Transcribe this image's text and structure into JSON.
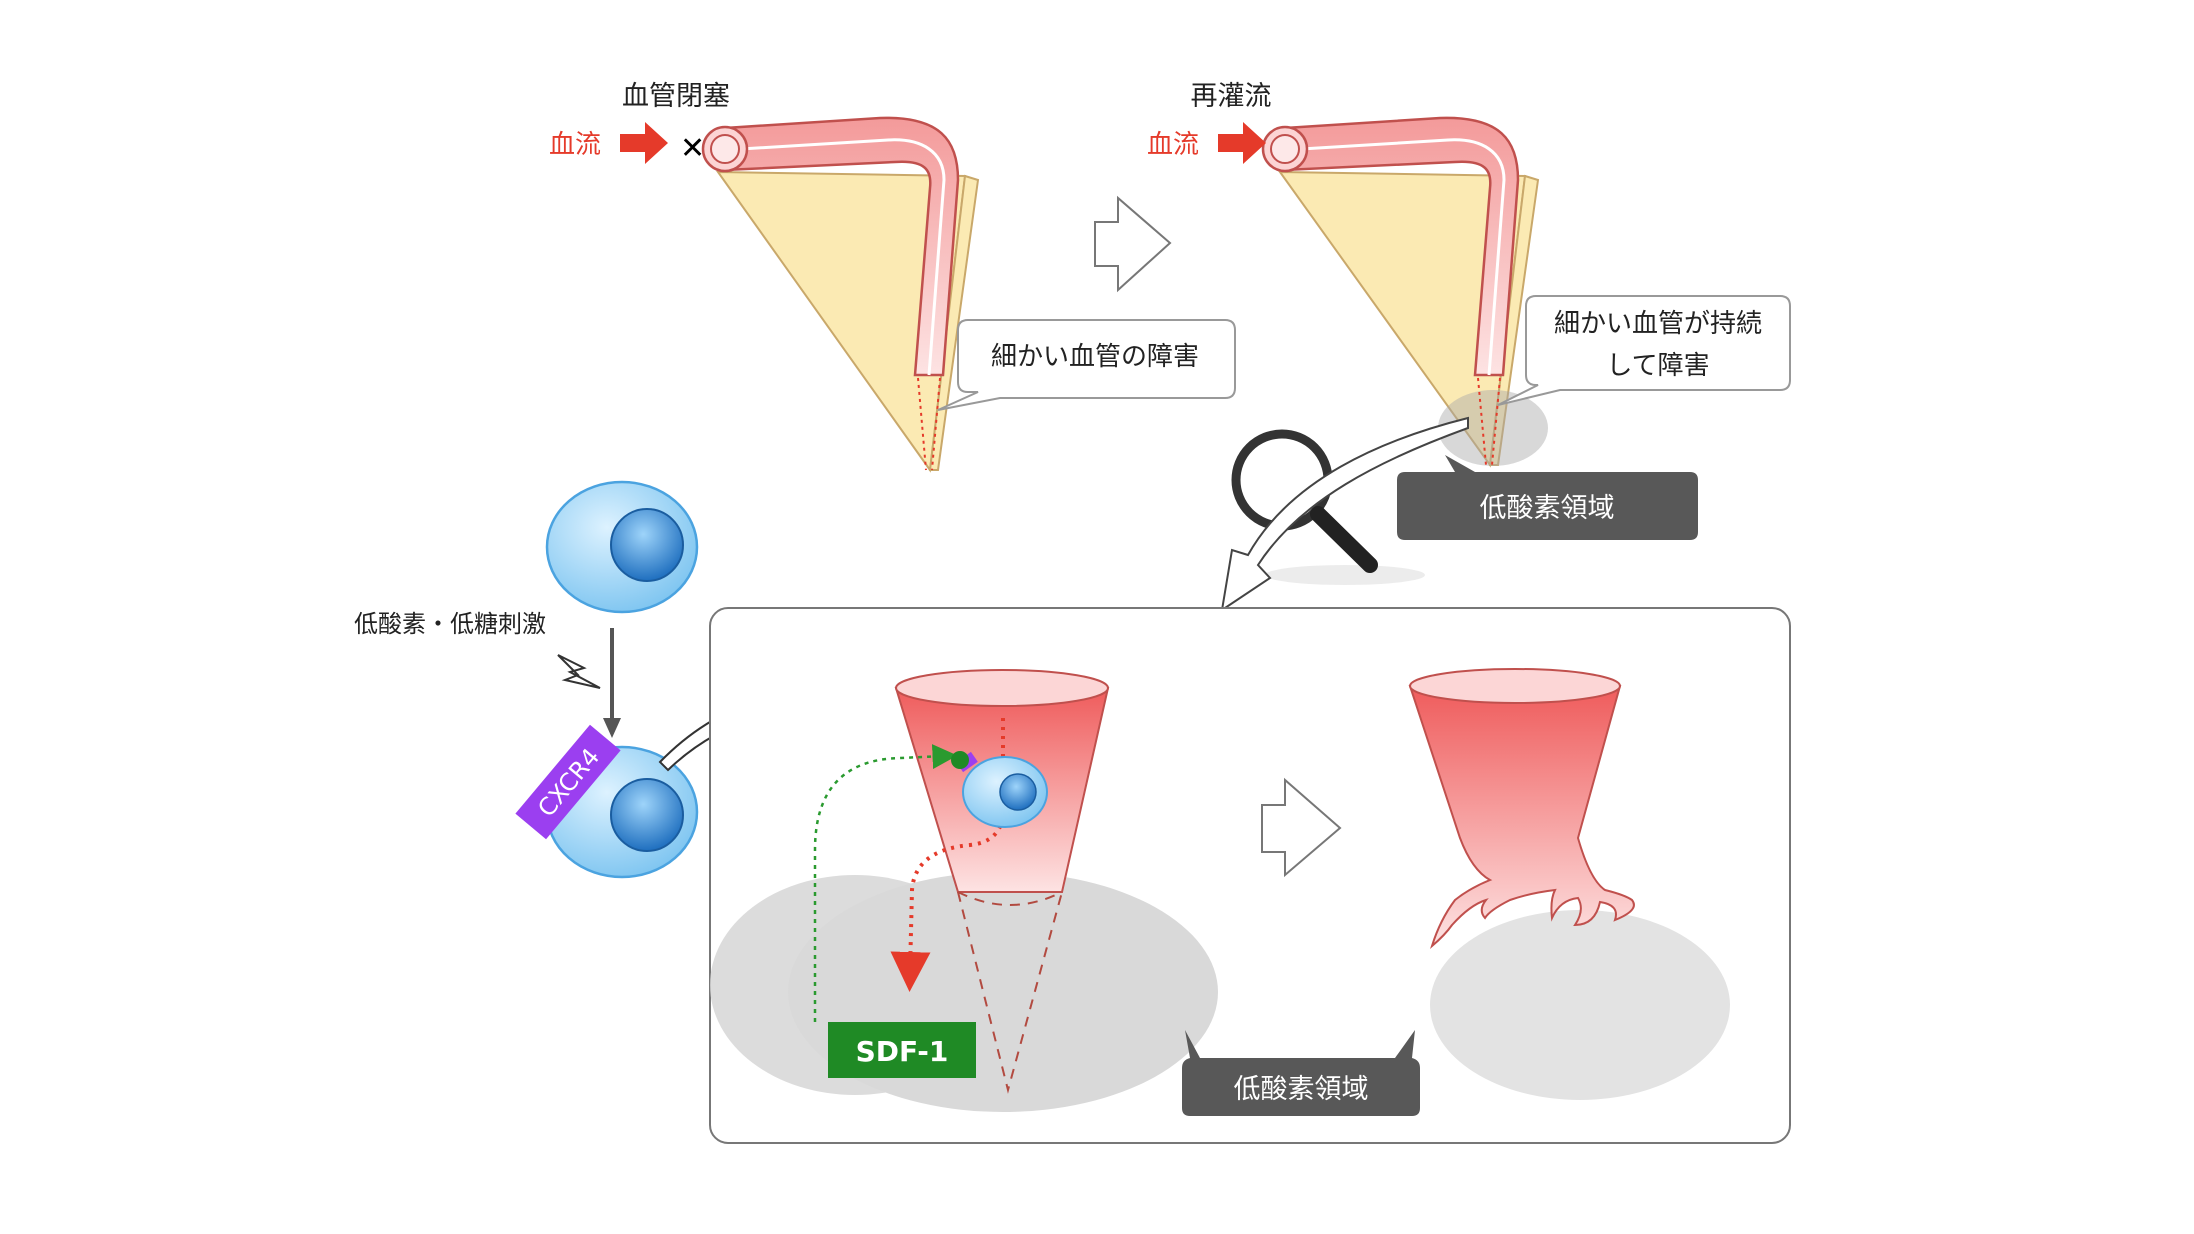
{
  "top_left": {
    "title": "血管閉塞",
    "blood_flow": "血流",
    "callout": "細かい血管の障害"
  },
  "top_right": {
    "title": "再灌流",
    "blood_flow": "血流",
    "callout_line1": "細かい血管が持続",
    "callout_line2": "して障害",
    "hypoxia_label": "低酸素領域"
  },
  "stem_cell": {
    "stimulus": "低酸素・低糖刺激",
    "receptor": "CXCR4"
  },
  "panel": {
    "sdf_label": "SDF-1",
    "hypoxia_label": "低酸素領域"
  },
  "colors": {
    "blood_red": "#e53a2a",
    "vessel_fill": "#f8b9b9",
    "tissue_yellow": "#fbeab3",
    "cell_blue": "#9fd7f7",
    "cxcr4_purple": "#9b3ff0",
    "sdf_green": "#1f8a25",
    "label_gray": "#585858"
  }
}
